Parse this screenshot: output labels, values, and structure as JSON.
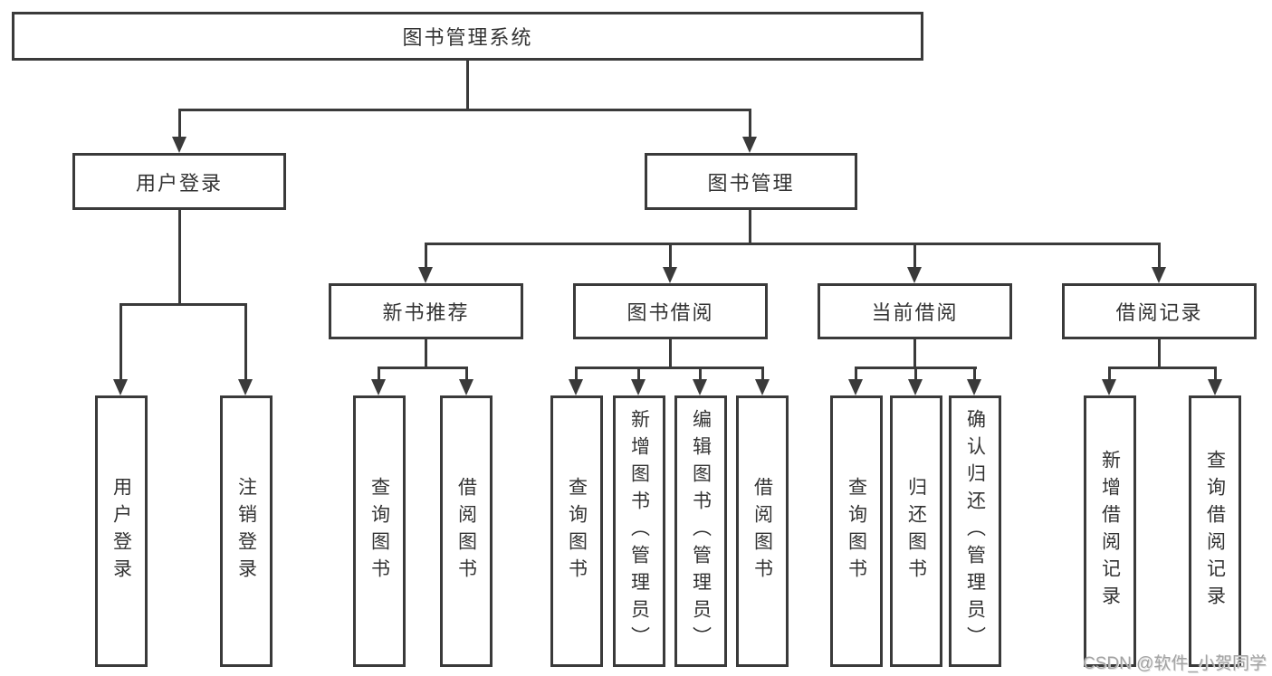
{
  "tree": {
    "root": "图书管理系统",
    "branches": [
      {
        "label": "用户登录",
        "children": [
          "用户登录",
          "注销登录"
        ]
      },
      {
        "label": "图书管理",
        "children": [
          {
            "label": "新书推荐",
            "children": [
              "查询图书",
              "借阅图书"
            ]
          },
          {
            "label": "图书借阅",
            "children": [
              "查询图书",
              "新增图书（管理员）",
              "编辑图书（管理员）",
              "借阅图书"
            ]
          },
          {
            "label": "当前借阅",
            "children": [
              "查询图书",
              "归还图书",
              "确认归还（管理员）"
            ]
          },
          {
            "label": "借阅记录",
            "children": [
              "新增借阅记录",
              "查询借阅记录"
            ]
          }
        ]
      }
    ]
  },
  "watermark": {
    "text": "CSDN @软件_小贺同学"
  },
  "colors": {
    "line": "#3a3a3a",
    "text": "#333333",
    "background": "#ffffff",
    "watermark": "#a3a3a3"
  }
}
